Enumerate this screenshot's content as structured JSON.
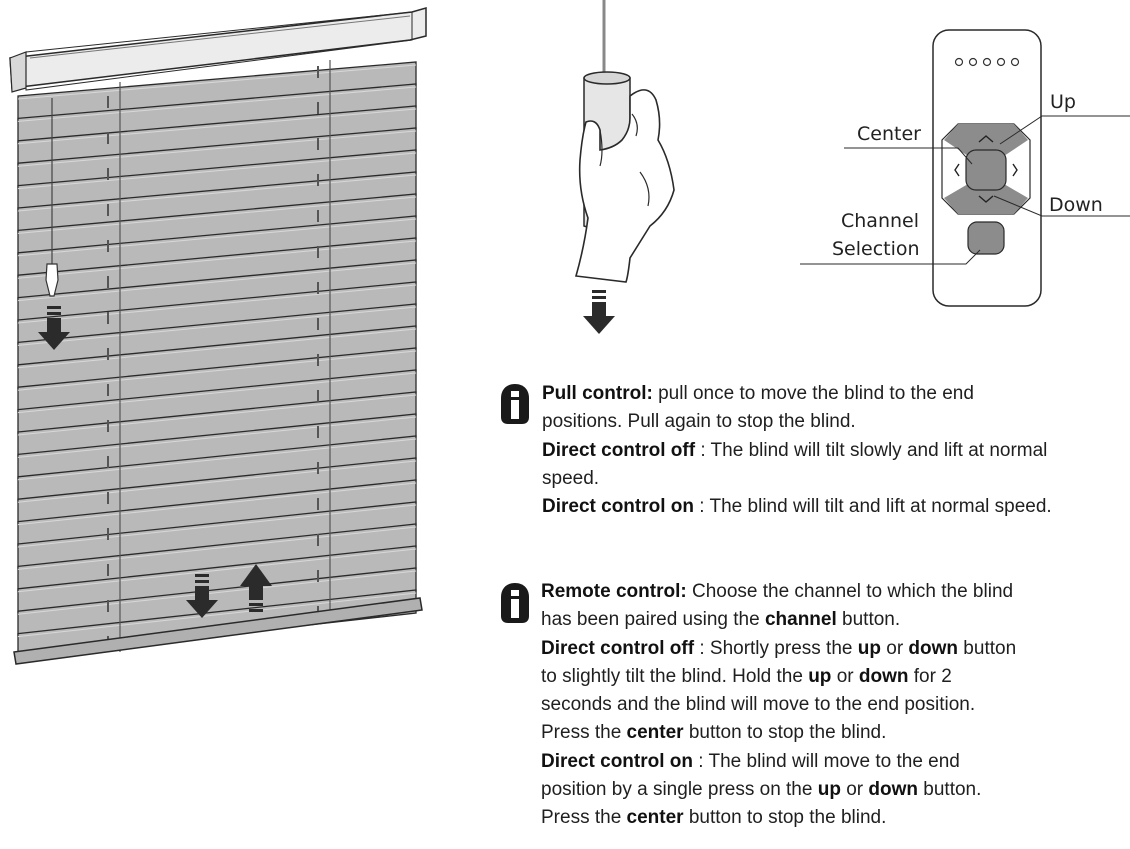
{
  "remote_labels": {
    "up": "Up",
    "center": "Center",
    "down": "Down",
    "channel_line1": "Channel",
    "channel_line2": "Selection"
  },
  "pull_info": {
    "line1_bold": "Pull control:",
    "line1_rest": " pull once to move the blind to the end",
    "line2": "positions. Pull again to stop the blind.",
    "line3_bold": "Direct control off",
    "line3_rest": " : The blind will tilt slowly and lift at normal",
    "line4": "speed.",
    "line5_bold": "Direct control on",
    "line5_rest": " : The blind will tilt and lift at normal speed."
  },
  "remote_info": {
    "l1_bold": "Remote control:",
    "l1_rest": " Choose the channel to which the blind",
    "l2_a": "has been paired using the ",
    "l2_bold": "channel",
    "l2_b": " button.",
    "l3_bold": "Direct control off",
    "l3_a": " : Shortly press the ",
    "l3_up": "up",
    "l3_or": " or ",
    "l3_down": "down",
    "l3_b": " button",
    "l4_a": "to slightly tilt the blind. Hold the ",
    "l4_up": "up",
    "l4_or": " or ",
    "l4_down": "down",
    "l4_b": " for 2",
    "l5": "seconds and the blind will move to the end position.",
    "l6_a": "Press the ",
    "l6_bold": "center",
    "l6_b": " button to stop the blind.",
    "l7_bold": "Direct control on",
    "l7_a": " : The blind will move to the end",
    "l8_a": "position by a single press on the ",
    "l8_up": "up",
    "l8_or": " or ",
    "l8_down": "down",
    "l8_b": " button.",
    "l9_a": "Press the ",
    "l9_bold": "center",
    "l9_b": " button to stop the blind."
  },
  "icons": {
    "info": "info-icon",
    "arrow_down": "arrow-down-icon",
    "arrow_up": "arrow-up-icon"
  },
  "colors": {
    "slat": "#b9b9b9",
    "slat_edge": "#2a2a2a",
    "remote_button": "#8c8c8c",
    "arrow": "#2b2b2b"
  }
}
